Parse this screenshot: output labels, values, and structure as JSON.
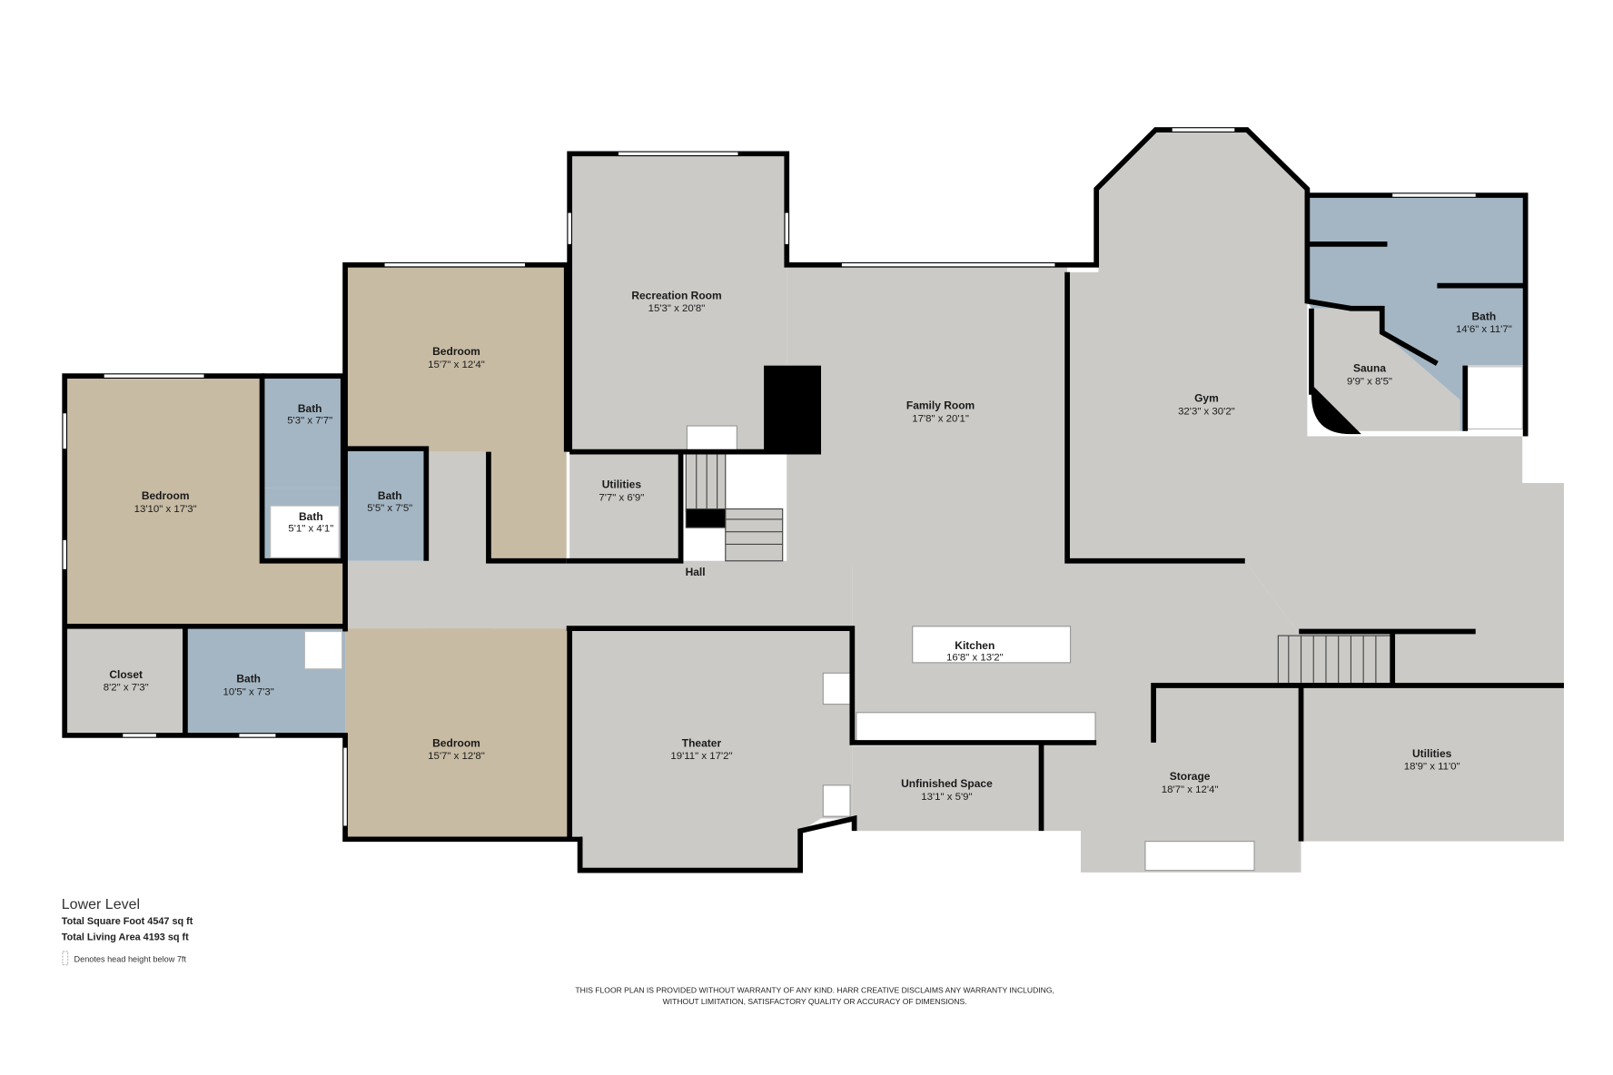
{
  "colors": {
    "bedroom": "#c8bba4",
    "common": "#cbcac6",
    "bath": "#a4b6c3",
    "wall": "#000000"
  },
  "rooms": {
    "recreation": {
      "name": "Recreation Room",
      "dims": "15'3\" x 20'8\""
    },
    "bedroom_nw": {
      "name": "Bedroom",
      "dims": "15'7\" x 12'4\""
    },
    "bedroom_w": {
      "name": "Bedroom",
      "dims": "13'10\" x 17'3\""
    },
    "bath_a": {
      "name": "Bath",
      "dims": "5'3\" x 7'7\""
    },
    "bath_b": {
      "name": "Bath",
      "dims": "5'5\" x 7'5\""
    },
    "bath_c": {
      "name": "Bath",
      "dims": "5'1\" x 4'1\""
    },
    "utilities_small": {
      "name": "Utilities",
      "dims": "7'7\" x 6'9\""
    },
    "family": {
      "name": "Family Room",
      "dims": "17'8\" x 20'1\""
    },
    "gym": {
      "name": "Gym",
      "dims": "32'3\" x 30'2\""
    },
    "bath_e": {
      "name": "Bath",
      "dims": "14'6\" x 11'7\""
    },
    "sauna": {
      "name": "Sauna",
      "dims": "9'9\" x 8'5\""
    },
    "hall": {
      "name": "Hall"
    },
    "closet": {
      "name": "Closet",
      "dims": "8'2\" x 7'3\""
    },
    "bath_d": {
      "name": "Bath",
      "dims": "10'5\" x 7'3\""
    },
    "bedroom_sw": {
      "name": "Bedroom",
      "dims": "15'7\" x 12'8\""
    },
    "theater": {
      "name": "Theater",
      "dims": "19'11\" x 17'2\""
    },
    "kitchen": {
      "name": "Kitchen",
      "dims": "16'8\" x 13'2\""
    },
    "unfinished": {
      "name": "Unfinished Space",
      "dims": "13'1\" x 5'9\""
    },
    "storage": {
      "name": "Storage",
      "dims": "18'7\" x 12'4\""
    },
    "utilities_large": {
      "name": "Utilities",
      "dims": "18'9\" x 11'0\""
    }
  },
  "legend": {
    "level": "Lower Level",
    "total_square_foot": "Total Square Foot 4547 sq ft",
    "total_living_area": "Total Living Area 4193 sq ft",
    "head_height_note": "Denotes head height below 7ft"
  },
  "disclaimer": {
    "line1": "THIS FLOOR PLAN IS PROVIDED WITHOUT WARRANTY OF ANY KIND. HARR CREATIVE DISCLAIMS ANY WARRANTY INCLUDING,",
    "line2": "WITHOUT LIMITATION, SATISFACTORY QUALITY OR ACCURACY OF DIMENSIONS."
  }
}
